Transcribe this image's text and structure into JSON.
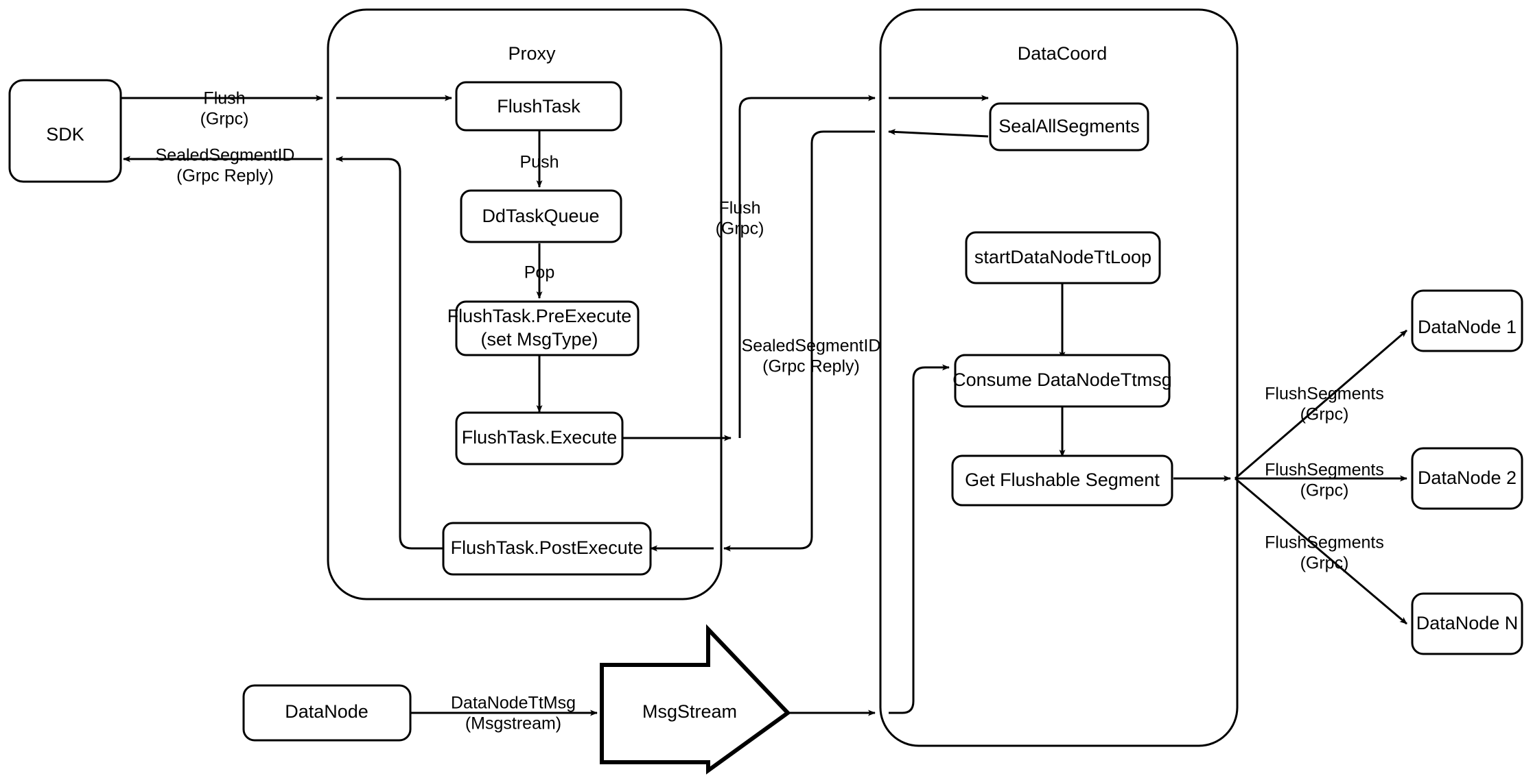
{
  "diagram": {
    "title": "Milvus Flush Sequence Flowchart",
    "background_color": "#ffffff",
    "stroke_color": "#000000",
    "containers": [
      {
        "id": "proxy",
        "label": "Proxy"
      },
      {
        "id": "datacoord",
        "label": "DataCoord"
      }
    ],
    "nodes": [
      {
        "id": "sdk",
        "label": "SDK"
      },
      {
        "id": "flushtask",
        "label": "FlushTask"
      },
      {
        "id": "ddtaskqueue",
        "label": "DdTaskQueue"
      },
      {
        "id": "preexecute_line1",
        "label": "FlushTask.PreExecute"
      },
      {
        "id": "preexecute_line2",
        "label": "(set MsgType)"
      },
      {
        "id": "execute",
        "label": "FlushTask.Execute"
      },
      {
        "id": "postexecute",
        "label": "FlushTask.PostExecute"
      },
      {
        "id": "sealallsegments",
        "label": "SealAllSegments"
      },
      {
        "id": "startdatanodettloop",
        "label": "startDataNodeTtLoop"
      },
      {
        "id": "consumedatanodettmsg",
        "label": "Consume DataNodeTtmsg"
      },
      {
        "id": "getflushablesegment",
        "label": "Get Flushable Segment"
      },
      {
        "id": "datanode_bottom",
        "label": "DataNode"
      },
      {
        "id": "msgstream",
        "label": "MsgStream"
      },
      {
        "id": "datanode1",
        "label": "DataNode 1"
      },
      {
        "id": "datanode2",
        "label": "DataNode 2"
      },
      {
        "id": "datanoden",
        "label": "DataNode N"
      }
    ],
    "edge_labels": [
      {
        "id": "sdk_to_proxy_l1",
        "label": "Flush"
      },
      {
        "id": "sdk_to_proxy_l2",
        "label": "(Grpc)"
      },
      {
        "id": "proxy_to_sdk_l1",
        "label": "SealedSegmentID"
      },
      {
        "id": "proxy_to_sdk_l2",
        "label": "(Grpc Reply)"
      },
      {
        "id": "flushtask_push",
        "label": "Push"
      },
      {
        "id": "ddtaskqueue_pop",
        "label": "Pop"
      },
      {
        "id": "proxy_to_dc_l1",
        "label": "Flush"
      },
      {
        "id": "proxy_to_dc_l2",
        "label": "(Grpc)"
      },
      {
        "id": "dc_to_proxy_l1",
        "label": "SealedSegmentID"
      },
      {
        "id": "dc_to_proxy_l2",
        "label": "(Grpc Reply)"
      },
      {
        "id": "dn_to_msgstream_l1",
        "label": "DataNodeTtMsg"
      },
      {
        "id": "dn_to_msgstream_l2",
        "label": "(Msgstream)"
      },
      {
        "id": "fs1_l1",
        "label": "FlushSegments"
      },
      {
        "id": "fs1_l2",
        "label": "(Grpc)"
      },
      {
        "id": "fs2_l1",
        "label": "FlushSegments"
      },
      {
        "id": "fs2_l2",
        "label": "(Grpc)"
      },
      {
        "id": "fsn_l1",
        "label": "FlushSegments"
      },
      {
        "id": "fsn_l2",
        "label": "(Grpc)"
      }
    ]
  }
}
